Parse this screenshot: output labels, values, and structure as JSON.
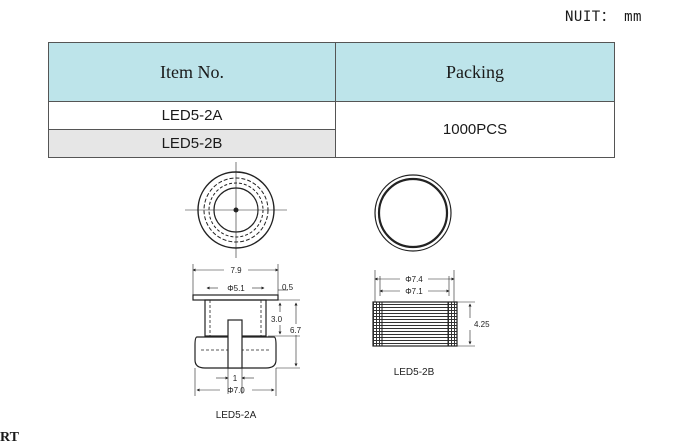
{
  "unit_label": "NUIT： mm",
  "table": {
    "headers": [
      "Item No.",
      "Packing"
    ],
    "items": [
      "LED5-2A",
      "LED5-2B"
    ],
    "packing": "1000PCS"
  },
  "drawing_a": {
    "label": "LED5-2A",
    "dims": {
      "width": "7.9",
      "inner": "Φ5.1",
      "flange": "0.5",
      "step": "3.0",
      "height": "6.7",
      "slot": "1",
      "base": "Φ7.0"
    }
  },
  "drawing_b": {
    "label": "LED5-2B",
    "dims": {
      "outer": "Φ7.4",
      "inner": "Φ7.1",
      "height": "4.25"
    }
  },
  "bottom_fragment": "RT"
}
